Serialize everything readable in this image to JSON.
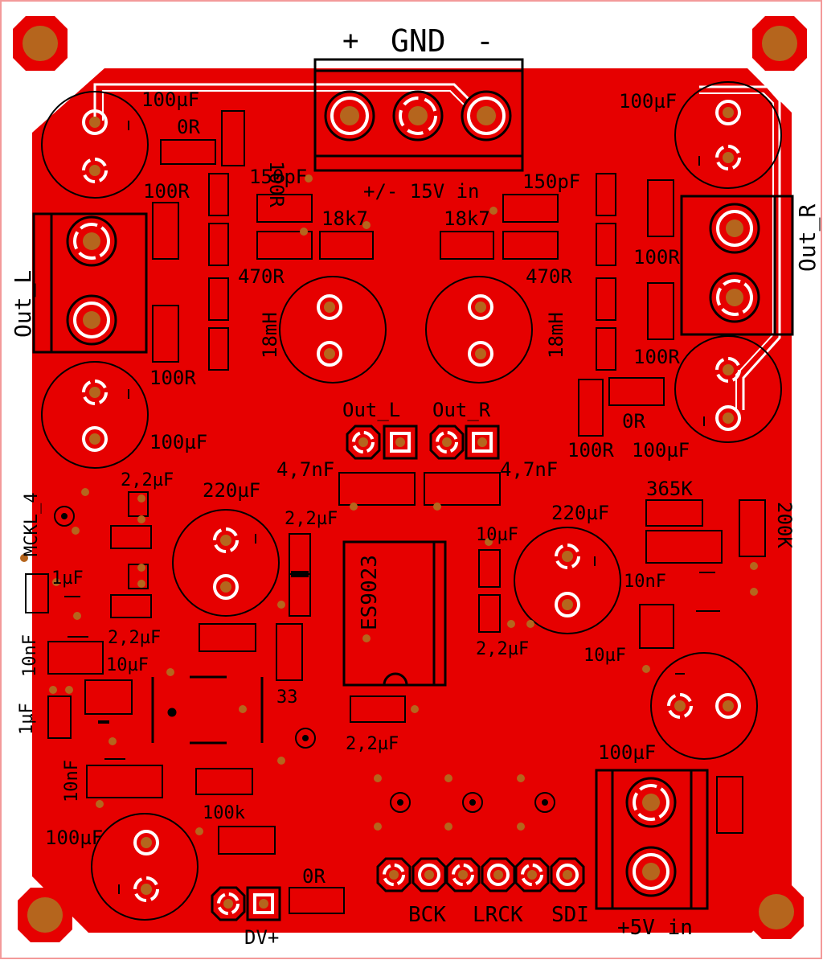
{
  "colors": {
    "copper": "#e60000",
    "copper_dark": "#c40000",
    "board_edge": "#f39a9a",
    "pad": "#b5651d",
    "silk": "#000000",
    "ring": "#ffffff"
  },
  "labels": {
    "plus": "+",
    "gnd": "GND",
    "minus": "-",
    "power_in": "+/- 15V in",
    "out_l": "Out_L",
    "out_r": "Out_R",
    "out_l_center": "Out_L",
    "out_r_center": "Out_R",
    "c100u_tl": "100µF",
    "c100u_tr": "100µF",
    "c100u_ml": "100µF",
    "c100u_mr": "100µF",
    "c100u_bl": "100µF",
    "c100u_br": "100µF",
    "r0_top": "0R",
    "r0_right": "0R",
    "r0_bottom": "0R",
    "r100_vert": "100R",
    "r100_l1": "100R",
    "r100_l2": "100R",
    "r100_r1": "100R",
    "r100_r2": "100R",
    "r100_r3": "100R",
    "c150p_l": "150pF",
    "c150p_r": "150pF",
    "r18k7_l": "18k7",
    "r18k7_r": "18k7",
    "r470_l": "470R",
    "r470_r": "470R",
    "l18_l": "18mH",
    "l18_r": "18mH",
    "c47n_l": "4,7nF",
    "c47n_r": "4,7nF",
    "mckl": "MCKL_4",
    "c22u_1": "2,2µF",
    "c22u_2": "2,2µF",
    "c22u_3": "2,2µF",
    "c22u_4": "2,2µF",
    "c22u_5": "2,2µF",
    "c220u_l": "220µF",
    "c220u_r": "220µF",
    "c1u_1": "1µF",
    "c1u_2": "1µF",
    "c10n_1": "10nF",
    "c10n_2": "10nF",
    "c10n_3": "10nF",
    "c10u_1": "10µF",
    "c10u_2": "10µF",
    "c10u_3": "10µF",
    "r365k": "365K",
    "r200k": "200K",
    "chip": "ES9023",
    "r33": "33",
    "r100k": "100k",
    "dv": "DV+",
    "bck": "BCK",
    "lrck": "LRCK",
    "sdi": "SDI",
    "v5": "+5V in"
  }
}
